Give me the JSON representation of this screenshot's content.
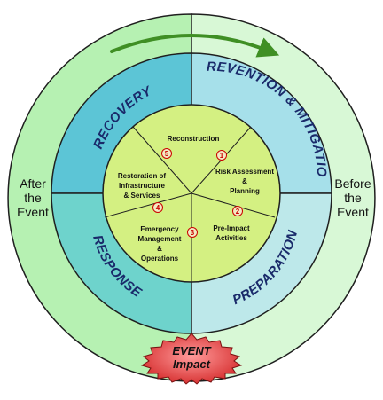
{
  "outer": {
    "left_label": [
      "After",
      "the",
      "Event"
    ],
    "right_label": [
      "Before",
      "the",
      "Event"
    ]
  },
  "quadrants": {
    "top_left": "RECOVERY",
    "top_right": "PREVENTION & MITIGATION",
    "bottom_left": "RESPONSE",
    "bottom_right": "PREPARATION"
  },
  "inner": {
    "reconstruction": "Reconstruction",
    "risk_assessment": [
      "Risk Assessment",
      "&",
      "Planning"
    ],
    "pre_impact": [
      "Pre-Impact",
      "Activities"
    ],
    "emergency": [
      "Emergency",
      "Management",
      "&",
      "Operations"
    ],
    "restoration": [
      "Restoration of",
      "Infrastructure",
      "& Services"
    ]
  },
  "steps": [
    "1",
    "2",
    "3",
    "4",
    "5"
  ],
  "event": [
    "EVENT",
    "Impact"
  ],
  "colors": {
    "outer_left": "#b6f1b2",
    "outer_right": "#d8f8d6",
    "recovery": "#5cc5d6",
    "prevention": "#a6e0ea",
    "response": "#6ed3cc",
    "preparation": "#bde8ea",
    "inner": "#d4f082",
    "arrow": "#3f8f24",
    "event_fill": "#e03a3a"
  }
}
